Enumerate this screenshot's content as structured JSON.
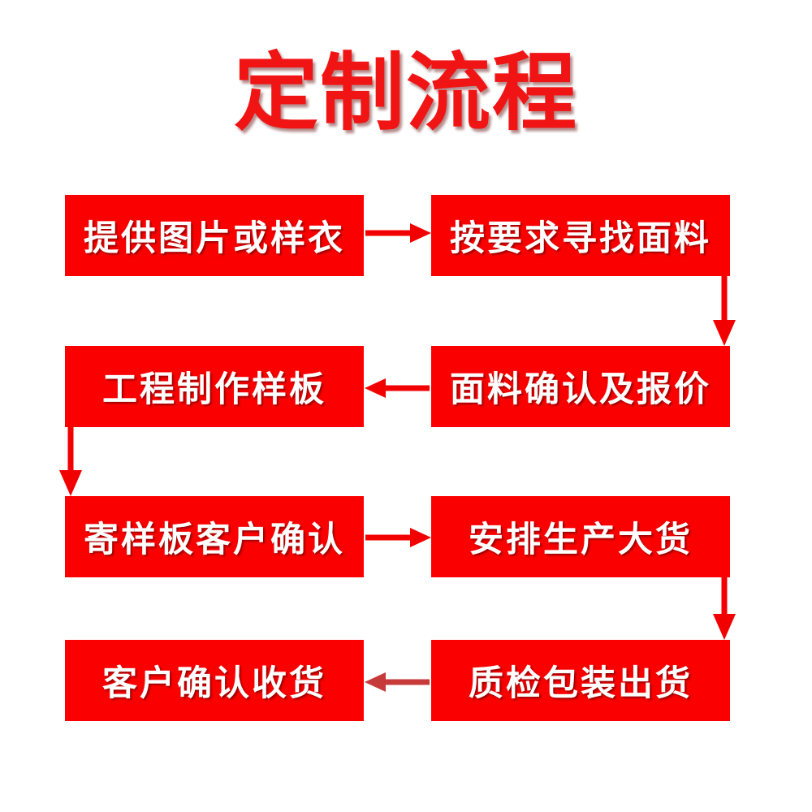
{
  "title": "定制流程",
  "colors": {
    "title": "#f01414",
    "box": "#fa0000",
    "box_text": "#ffffff",
    "arrow": "#f20000",
    "arrow_final": "#c63a3a"
  },
  "steps": [
    {
      "label": "提供图片或样衣"
    },
    {
      "label": "按要求寻找面料"
    },
    {
      "label": "面料确认及报价"
    },
    {
      "label": "工程制作样板"
    },
    {
      "label": "寄样板客户确认"
    },
    {
      "label": "安排生产大货"
    },
    {
      "label": "质检包装出货"
    },
    {
      "label": "客户确认收货"
    }
  ]
}
